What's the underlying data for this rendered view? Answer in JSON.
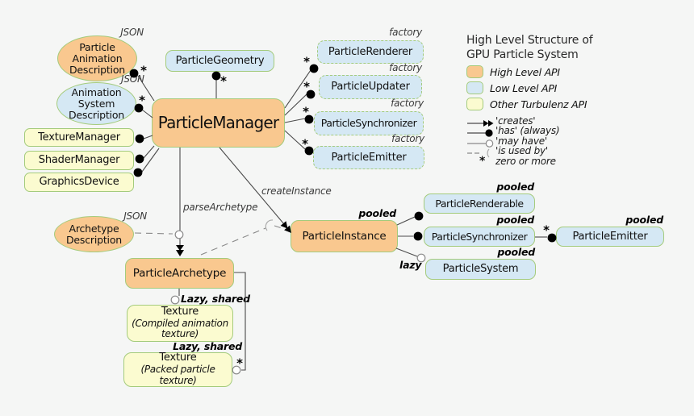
{
  "nodes": {
    "particle_animation_description": "Particle\nAnimation\nDescription",
    "animation_system_description": "Animation\nSystem\nDescription",
    "archetype_description": "Archetype\nDescription",
    "particle_geometry": "ParticleGeometry",
    "particle_manager": "ParticleManager",
    "texture_manager": "TextureManager",
    "shader_manager": "ShaderManager",
    "graphics_device": "GraphicsDevice",
    "particle_renderer": "ParticleRenderer",
    "particle_updater": "ParticleUpdater",
    "particle_synchronizer_factory": "ParticleSynchronizer",
    "particle_emitter_factory": "ParticleEmitter",
    "particle_instance": "ParticleInstance",
    "particle_renderable": "ParticleRenderable",
    "particle_synchronizer_pooled": "ParticleSynchronizer",
    "particle_system": "ParticleSystem",
    "particle_emitter_pooled": "ParticleEmitter",
    "particle_archetype": "ParticleArchetype",
    "texture_compiled": {
      "title": "Texture",
      "subtitle": "(Compiled animation texture)"
    },
    "texture_packed": {
      "title": "Texture",
      "subtitle": "(Packed particle texture)"
    }
  },
  "edge_labels": {
    "json": "JSON",
    "factory": "factory",
    "pooled": "pooled",
    "lazy": "lazy",
    "lazy_shared": "Lazy, shared",
    "parse_archetype": "parseArchetype",
    "create_instance": "createInstance",
    "asterisk": "*"
  },
  "legend": {
    "title": "High Level Structure of\nGPU Particle System",
    "swatches": [
      {
        "name": "high-level-api",
        "color": "#f9c88f",
        "label": "High Level API"
      },
      {
        "name": "low-level-api",
        "color": "#d5e8f4",
        "label": "Low Level API"
      },
      {
        "name": "other-turbulenz-api",
        "color": "#fbfbd0",
        "label": "Other Turbulenz API"
      }
    ],
    "relations": [
      {
        "symbol": "creates-arrow",
        "label": "'creates'"
      },
      {
        "symbol": "has-dot",
        "label": "'has' (always)"
      },
      {
        "symbol": "may-have-circle",
        "label": "'may have'"
      },
      {
        "symbol": "is-used-by-arc",
        "label": "'is used by'"
      },
      {
        "symbol": "zero-or-more-asterisk",
        "label": "zero or more"
      }
    ]
  },
  "colors": {
    "background": "#f5f6f5",
    "high_level_api": "#f9c88f",
    "low_level_api": "#d5e8f4",
    "other_turbulenz_api": "#fbfbd0",
    "border_green": "#a4cb7c",
    "line": "#4a4a4a"
  }
}
